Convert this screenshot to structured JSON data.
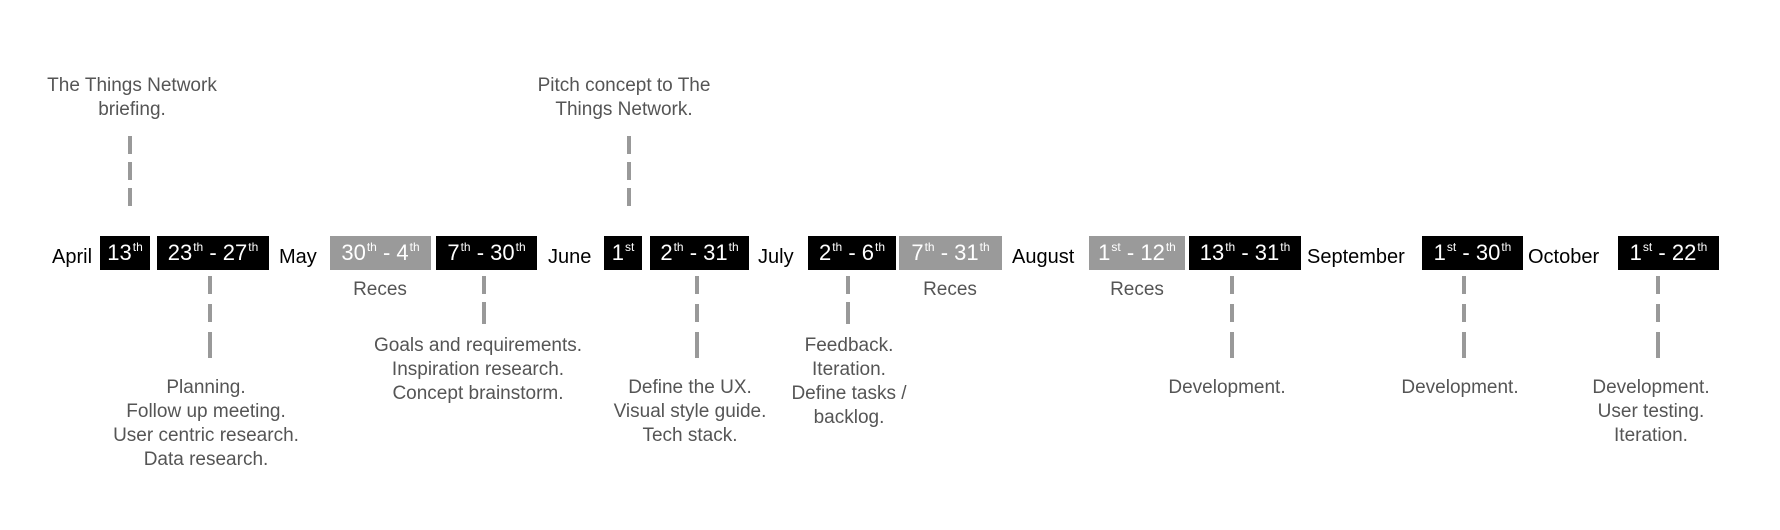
{
  "months": [
    {
      "key": "april",
      "label": "April"
    },
    {
      "key": "may",
      "label": "May"
    },
    {
      "key": "june",
      "label": "June"
    },
    {
      "key": "july",
      "label": "July"
    },
    {
      "key": "august",
      "label": "August"
    },
    {
      "key": "september",
      "label": "September"
    },
    {
      "key": "october",
      "label": "October"
    }
  ],
  "periods": [
    {
      "key": "apr-13",
      "start": "13",
      "start_sup": "th",
      "end": "",
      "end_sup": "",
      "style": "black"
    },
    {
      "key": "apr-23-27",
      "start": "23",
      "start_sup": "th",
      "end": "27",
      "end_sup": "th",
      "style": "black"
    },
    {
      "key": "may-30-4",
      "start": "30",
      "start_sup": "th",
      "end": "4",
      "end_sup": "th",
      "style": "gray"
    },
    {
      "key": "may-7-30",
      "start": "7",
      "start_sup": "th",
      "end": "30",
      "end_sup": "th",
      "style": "black"
    },
    {
      "key": "jun-1",
      "start": "1",
      "start_sup": "st",
      "end": "",
      "end_sup": "",
      "style": "black"
    },
    {
      "key": "jun-2-31",
      "start": "2",
      "start_sup": "th",
      "end": "31",
      "end_sup": "th",
      "style": "black"
    },
    {
      "key": "jul-2-6",
      "start": "2",
      "start_sup": "th",
      "end": "6",
      "end_sup": "th",
      "style": "black"
    },
    {
      "key": "jul-7-31",
      "start": "7",
      "start_sup": "th",
      "end": "31",
      "end_sup": "th",
      "style": "gray"
    },
    {
      "key": "aug-1-12",
      "start": "1",
      "start_sup": "st",
      "end": "12",
      "end_sup": "th",
      "style": "gray"
    },
    {
      "key": "aug-13-31",
      "start": "13",
      "start_sup": "th",
      "end": "31",
      "end_sup": "th",
      "style": "black"
    },
    {
      "key": "sep-1-30",
      "start": "1",
      "start_sup": "st",
      "end": "30",
      "end_sup": "th",
      "style": "black"
    },
    {
      "key": "oct-1-22",
      "start": "1",
      "start_sup": "st",
      "end": "22",
      "end_sup": "th",
      "style": "black"
    }
  ],
  "range_separator": " - ",
  "recess_labels": [
    {
      "key": "may-recess",
      "label": "Reces"
    },
    {
      "key": "july-recess",
      "label": "Reces"
    },
    {
      "key": "august-recess",
      "label": "Reces"
    }
  ],
  "notes": [
    {
      "key": "ttn-briefing",
      "lines": [
        "The Things Network",
        "briefing."
      ]
    },
    {
      "key": "pitch-concept",
      "lines": [
        "Pitch concept to The",
        "Things Network."
      ]
    },
    {
      "key": "planning",
      "lines": [
        "Planning.",
        "Follow up meeting.",
        "User centric research.",
        "Data research."
      ]
    },
    {
      "key": "goals",
      "lines": [
        "Goals and requirements.",
        "Inspiration research.",
        "Concept brainstorm."
      ]
    },
    {
      "key": "define-ux",
      "lines": [
        "Define the UX.",
        "Visual style guide.",
        "Tech stack."
      ]
    },
    {
      "key": "feedback",
      "lines": [
        "Feedback.",
        "Iteration.",
        "Define tasks /",
        "backlog."
      ]
    },
    {
      "key": "dev-aug",
      "lines": [
        "Development."
      ]
    },
    {
      "key": "dev-sep",
      "lines": [
        "Development."
      ]
    },
    {
      "key": "dev-oct",
      "lines": [
        "Development.",
        "User testing.",
        "Iteration."
      ]
    }
  ],
  "colors": {
    "black_period": "#000000",
    "gray_period": "#9a9a9a",
    "connector": "#999999",
    "note_text": "#555555"
  }
}
